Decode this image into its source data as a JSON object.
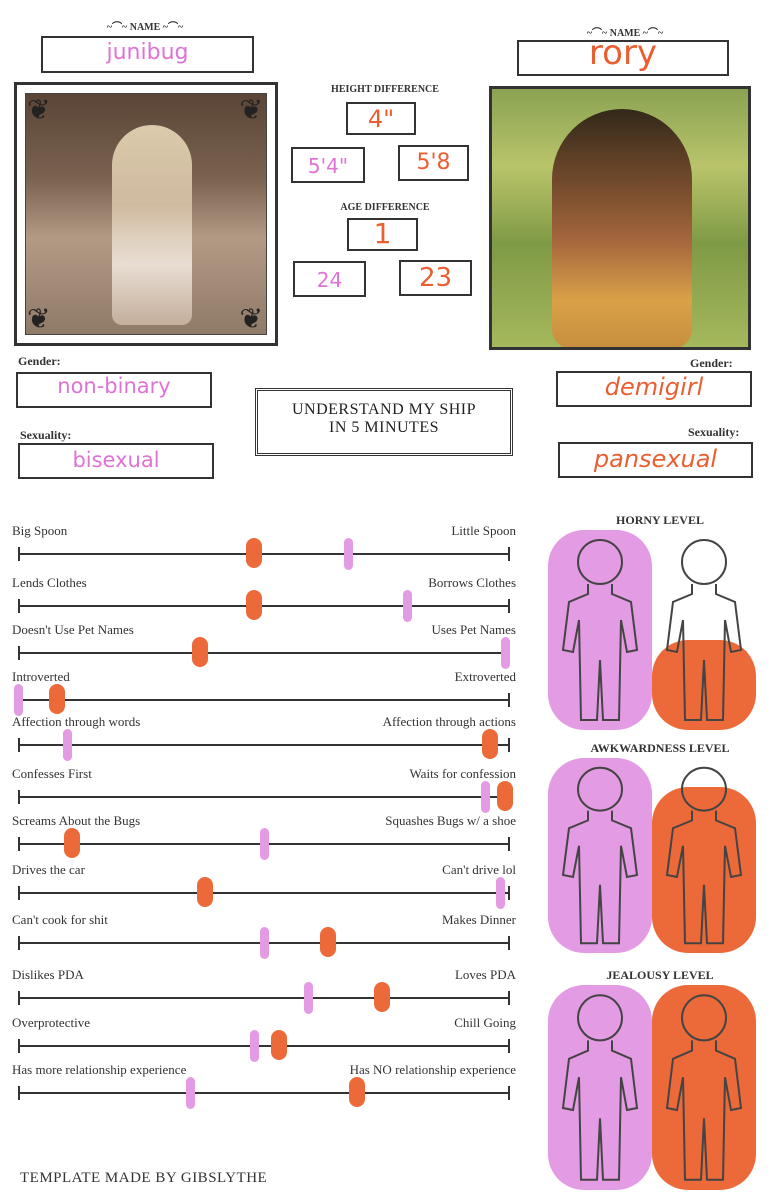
{
  "left": {
    "name_caption": "NAME",
    "name": "junibug",
    "gender_label": "Gender:",
    "gender": "non-binary",
    "sexuality_label": "Sexuality:",
    "sexuality": "bisexual",
    "height": "5'4\"",
    "age": "24"
  },
  "right": {
    "name_caption": "NAME",
    "name": "rory",
    "gender_label": "Gender:",
    "gender": "demigirl",
    "sexuality_label": "Sexuality:",
    "sexuality": "pansexual",
    "height": "5'8",
    "age": "23"
  },
  "center": {
    "height_title": "HEIGHT DIFFERENCE",
    "height_diff": "4\"",
    "age_title": "AGE DIFFERENCE",
    "age_diff": "1",
    "banner_line1": "UNDERSTAND MY SHIP",
    "banner_line2": "IN 5 MINUTES"
  },
  "colors": {
    "person1": "#e39be3",
    "person2": "#ec6a3a",
    "person1_text": "#e072d6",
    "person2_text": "#ea5f32"
  },
  "scales": [
    {
      "left": "Big Spoon",
      "right": "Little Spoon",
      "p1": 0.67,
      "p2": 0.48
    },
    {
      "left": "Lends Clothes",
      "right": "Borrows Clothes",
      "p1": 0.79,
      "p2": 0.48
    },
    {
      "left": "Doesn't Use Pet Names",
      "right": "Uses Pet Names",
      "p1": 0.99,
      "p2": 0.37
    },
    {
      "left": "Introverted",
      "right": "Extroverted",
      "p1": 0.0,
      "p2": 0.08
    },
    {
      "left": "Affection through words",
      "right": "Affection through actions",
      "p1": 0.1,
      "p2": 0.96
    },
    {
      "left": "Confesses First",
      "right": "Waits for confession",
      "p1": 0.95,
      "p2": 0.99
    },
    {
      "left": "Screams About the Bugs",
      "right": "Squashes Bugs w/ a shoe",
      "p1": 0.5,
      "p2": 0.11
    },
    {
      "left": "Drives the car",
      "right": "Can't drive lol",
      "p1": 0.98,
      "p2": 0.38
    },
    {
      "left": "Can't cook for shit",
      "right": "Makes Dinner",
      "p1": 0.5,
      "p2": 0.63
    },
    {
      "left": "Dislikes PDA",
      "right": "Loves PDA",
      "p1": 0.59,
      "p2": 0.74
    },
    {
      "left": "Overprotective",
      "right": "Chill Going",
      "p1": 0.48,
      "p2": 0.53
    },
    {
      "left": "Has more relationship experience",
      "right": "Has NO relationship experience",
      "p1": 0.35,
      "p2": 0.69
    }
  ],
  "levels": [
    {
      "title": "HORNY LEVEL",
      "p1": 1.0,
      "p2": 0.45
    },
    {
      "title": "AWKWARDNESS LEVEL",
      "p1": 1.0,
      "p2": 0.85
    },
    {
      "title": "JEALOUSY LEVEL",
      "p1": 1.0,
      "p2": 1.0
    }
  ],
  "footer": "TEMPLATE MADE BY GIBSLYTHE"
}
